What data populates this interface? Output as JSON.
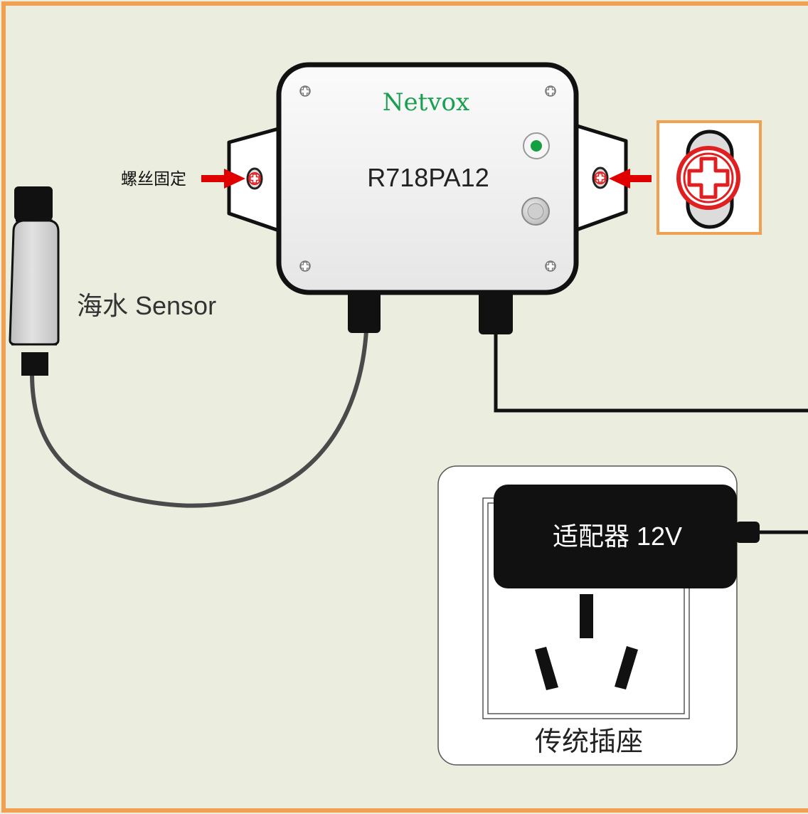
{
  "device": {
    "brand": "Netvox",
    "model": "R718PA12"
  },
  "labels": {
    "screw_fix": "螺丝固定",
    "sensor": "海水 Sensor",
    "adapter": "适配器 12V",
    "socket": "传统插座"
  },
  "colors": {
    "background": "#ebeddf",
    "frame": "#f0a050",
    "brand_green": "#18a050",
    "led_green": "#14a040",
    "screw_red": "#e02020",
    "arrow_red": "#e00000",
    "cable": "#4a4a4a"
  },
  "icons": {
    "screw": "screw-cross-icon",
    "arrow": "arrow-right-icon"
  }
}
